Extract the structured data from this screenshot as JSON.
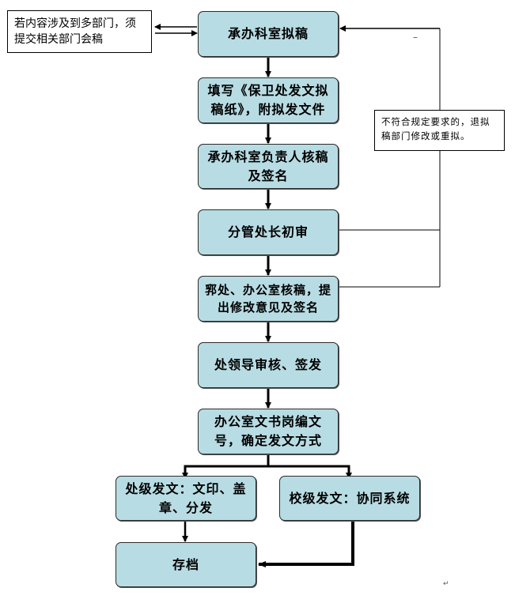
{
  "boxes": {
    "draft": "承办科室拟稿",
    "fill_form": "填写《保卫处发文拟稿纸》，附拟发文件",
    "section_head": "承办科室负责人核稿及签名",
    "director_review": "分管处长初审",
    "office_review": "郛处、办公室核稿，提出修改意见及签名",
    "leader_approve": "处领导审核、签发",
    "numbering": "办公室文书岗编文号，确定发文方式",
    "dept_issue": "处级发文：文印、盖章、分发",
    "school_issue": "校级发文：协同系统",
    "archive": "存档"
  },
  "notes": {
    "cross_dept": "若内容涉及到多部门，须提交相关部门会稿",
    "return": "不符合规定要求的，退拟稿部门修改或重拟。"
  },
  "marks": {
    "dash": "–",
    "return_arrow": "↵"
  }
}
